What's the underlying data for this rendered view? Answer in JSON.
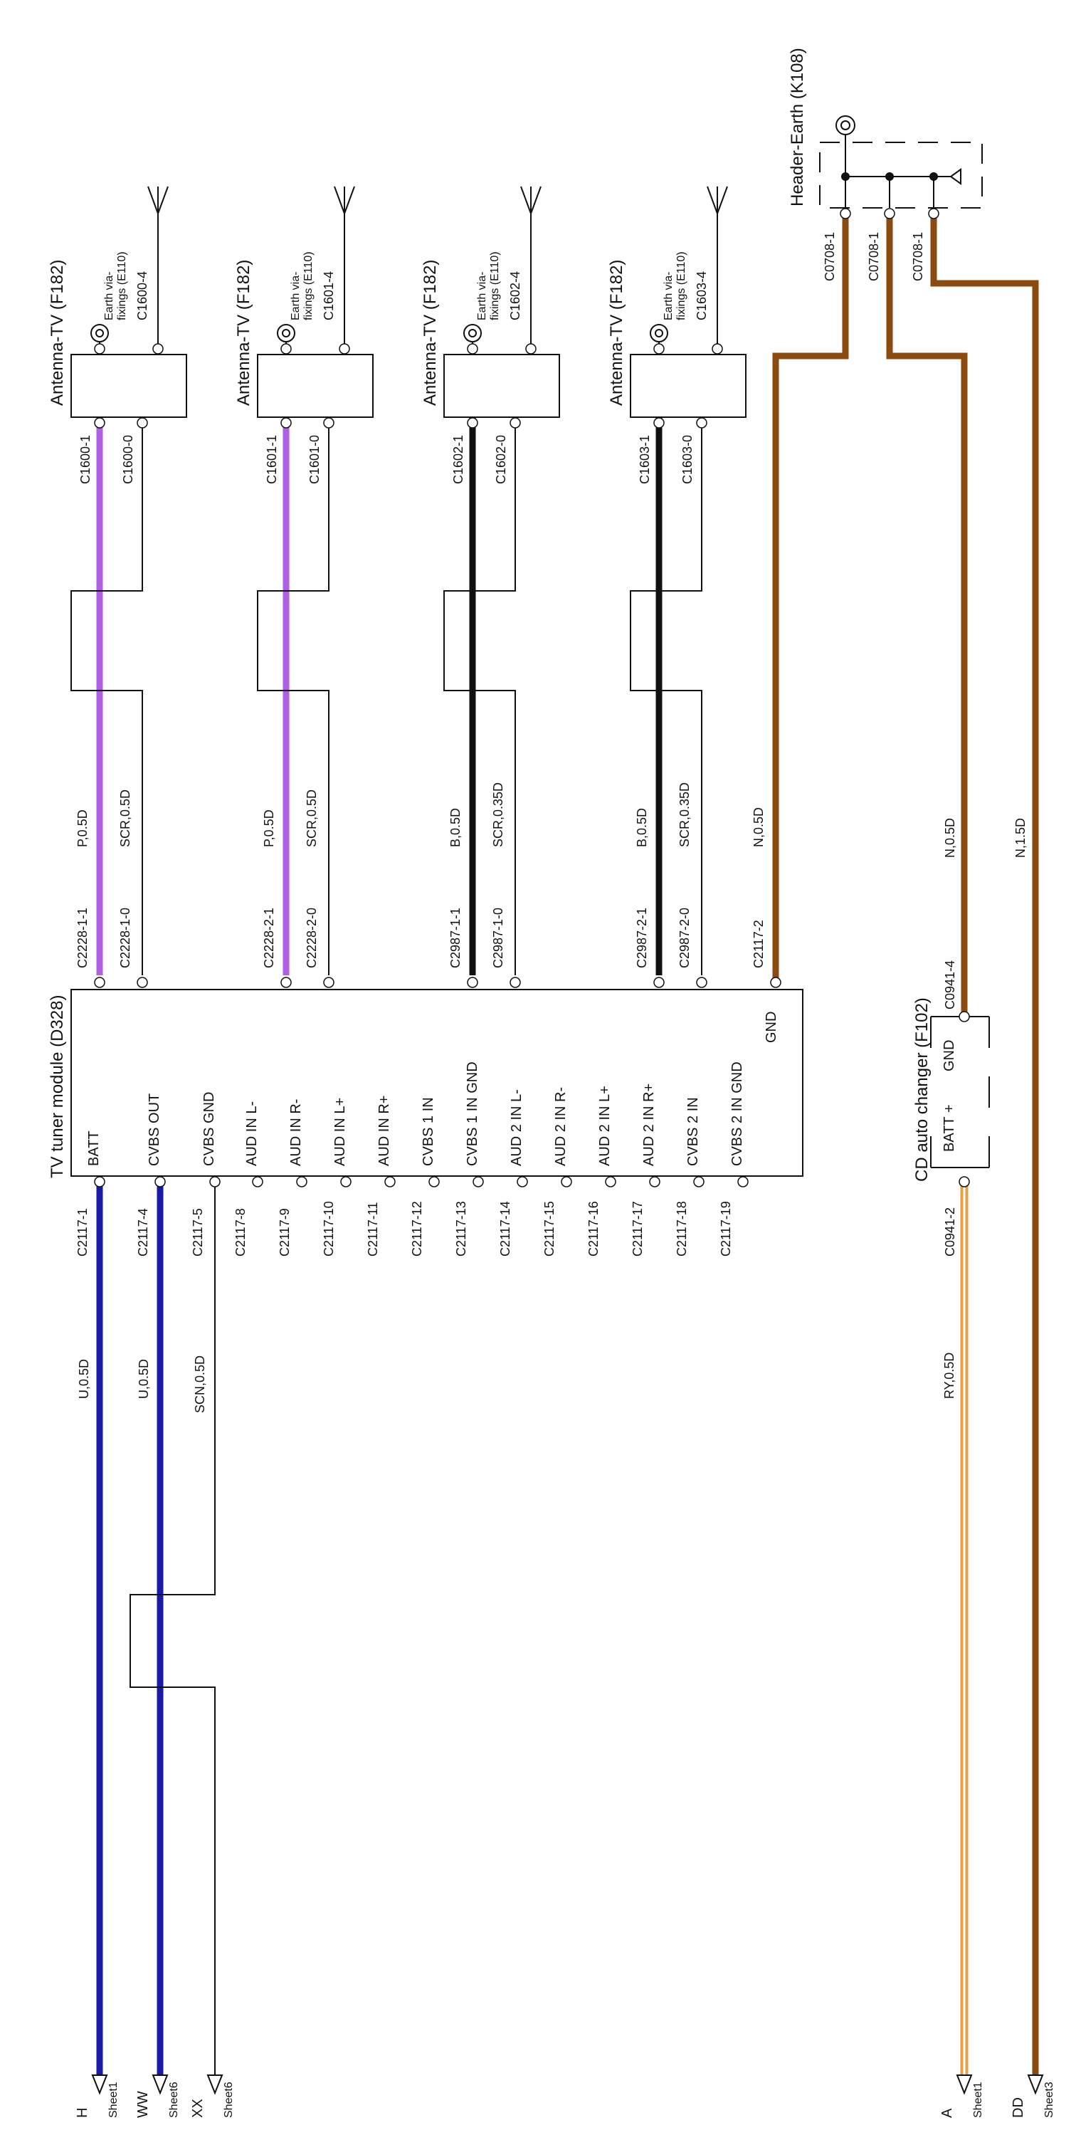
{
  "colors": {
    "purple": "#b05ee3",
    "black": "#111111",
    "blue": "#1a1aa8",
    "brown": "#8b4a10",
    "orange": "#e8a040",
    "thin": "#111111"
  },
  "antennas": [
    {
      "title": "Antenna-TV (F182)",
      "earth1": "Earth via-",
      "earth2": "fixings (E110)",
      "pin4": "C1600-4",
      "pin1": "C1600-1",
      "pin0": "C1600-0"
    },
    {
      "title": "Antenna-TV (F182)",
      "earth1": "Earth via-",
      "earth2": "fixings (E110)",
      "pin4": "C1601-4",
      "pin1": "C1601-1",
      "pin0": "C1601-0"
    },
    {
      "title": "Antenna-TV (F182)",
      "earth1": "Earth via-",
      "earth2": "fixings (E110)",
      "pin4": "C1602-4",
      "pin1": "C1602-1",
      "pin0": "C1602-0"
    },
    {
      "title": "Antenna-TV (F182)",
      "earth1": "Earth via-",
      "earth2": "fixings (E110)",
      "pin4": "C1603-4",
      "pin1": "C1603-1",
      "pin0": "C1603-0"
    }
  ],
  "header_earth": {
    "title": "Header-Earth (K108)",
    "pins": [
      "C0708-1",
      "C0708-1",
      "C0708-1"
    ]
  },
  "wires_top": [
    {
      "spec": "P,0.5D",
      "connector": "C2228-1-1"
    },
    {
      "spec": "SCR,0.5D",
      "connector": "C2228-1-0"
    },
    {
      "spec": "P,0.5D",
      "connector": "C2228-2-1"
    },
    {
      "spec": "SCR,0.5D",
      "connector": "C2228-2-0"
    },
    {
      "spec": "B,0.5D",
      "connector": "C2987-1-1"
    },
    {
      "spec": "SCR,0.35D",
      "connector": "C2987-1-0"
    },
    {
      "spec": "B,0.5D",
      "connector": "C2987-2-1"
    },
    {
      "spec": "SCR,0.35D",
      "connector": "C2987-2-0"
    },
    {
      "spec": "N,0.5D",
      "connector": "C2117-2"
    },
    {
      "spec": "N,0.5D",
      "connector": "C0941-4"
    },
    {
      "spec": "N,1.5D",
      "connector": ""
    }
  ],
  "tuner": {
    "title": "TV tuner module (D328)",
    "gnd": "GND",
    "pins": [
      {
        "name": "BATT",
        "conn": "C2117-1"
      },
      {
        "name": "CVBS OUT",
        "conn": "C2117-4"
      },
      {
        "name": "CVBS GND",
        "conn": "C2117-5"
      },
      {
        "name": "AUD IN L-",
        "conn": "C2117-8"
      },
      {
        "name": "AUD IN R-",
        "conn": "C2117-9"
      },
      {
        "name": "AUD IN L+",
        "conn": "C2117-10"
      },
      {
        "name": "AUD IN R+",
        "conn": "C2117-11"
      },
      {
        "name": "CVBS 1 IN",
        "conn": "C2117-12"
      },
      {
        "name": "CVBS 1 IN GND",
        "conn": "C2117-13"
      },
      {
        "name": "AUD 2 IN L-",
        "conn": "C2117-14"
      },
      {
        "name": "AUD 2 IN R-",
        "conn": "C2117-15"
      },
      {
        "name": "AUD 2 IN L+",
        "conn": "C2117-16"
      },
      {
        "name": "AUD 2 IN R+",
        "conn": "C2117-17"
      },
      {
        "name": "CVBS 2 IN",
        "conn": "C2117-18"
      },
      {
        "name": "CVBS 2 IN GND",
        "conn": "C2117-19"
      }
    ]
  },
  "cd_changer": {
    "title": "CD auto changer (F102)",
    "batt": "BATT +",
    "gnd": "GND",
    "pin_batt": "C0941-2"
  },
  "bottom_wires": {
    "u1": "U,0.5D",
    "u2": "U,0.5D",
    "scn": "SCN,0.5D",
    "ry": "RY,0.5D"
  },
  "offsheet": [
    {
      "letter": "H",
      "sheet": "Sheet1"
    },
    {
      "letter": "WW",
      "sheet": "Sheet6"
    },
    {
      "letter": "XX",
      "sheet": "Sheet6"
    },
    {
      "letter": "A",
      "sheet": "Sheet1"
    },
    {
      "letter": "DD",
      "sheet": "Sheet3"
    }
  ]
}
